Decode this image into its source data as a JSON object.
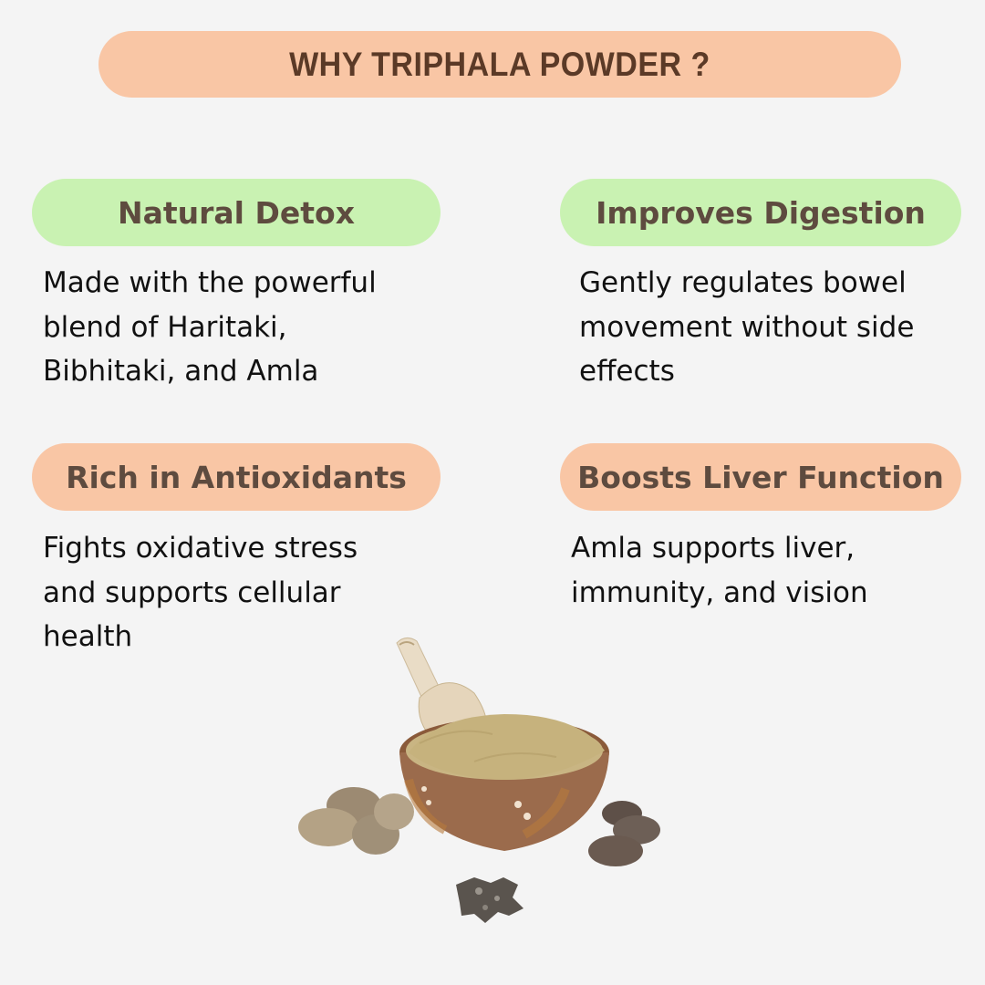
{
  "header": {
    "title": "WHY TRIPHALA POWDER ?"
  },
  "benefits": [
    {
      "title": "Natural Detox",
      "color": "#c9f2b2",
      "lines": [
        "Made with the powerful",
        "blend of Haritaki,",
        "Bibhitaki, and Amla"
      ]
    },
    {
      "title": "Improves Digestion",
      "color": "#c9f2b2",
      "lines": [
        "Gently regulates bowel",
        "movement without side",
        "effects"
      ]
    },
    {
      "title": "Rich in Antioxidants",
      "color": "#f9c6a5",
      "lines": [
        "Fights oxidative stress",
        "and supports cellular",
        "health"
      ]
    },
    {
      "title": "Boosts Liver Function",
      "color": "#f9c6a5",
      "lines": [
        "Amla supports liver,",
        "immunity, and vision"
      ]
    }
  ],
  "image": {
    "description": "wooden bowl of triphala powder with wooden scoop, haritaki and bibhitaki fruits, dried amla pieces"
  },
  "colors": {
    "background": "#f4f4f4",
    "peach": "#f9c6a5",
    "green": "#c9f2b2",
    "title_text": "#5b3a27",
    "pill_text": "#5e4b3f",
    "body_text": "#111111"
  }
}
